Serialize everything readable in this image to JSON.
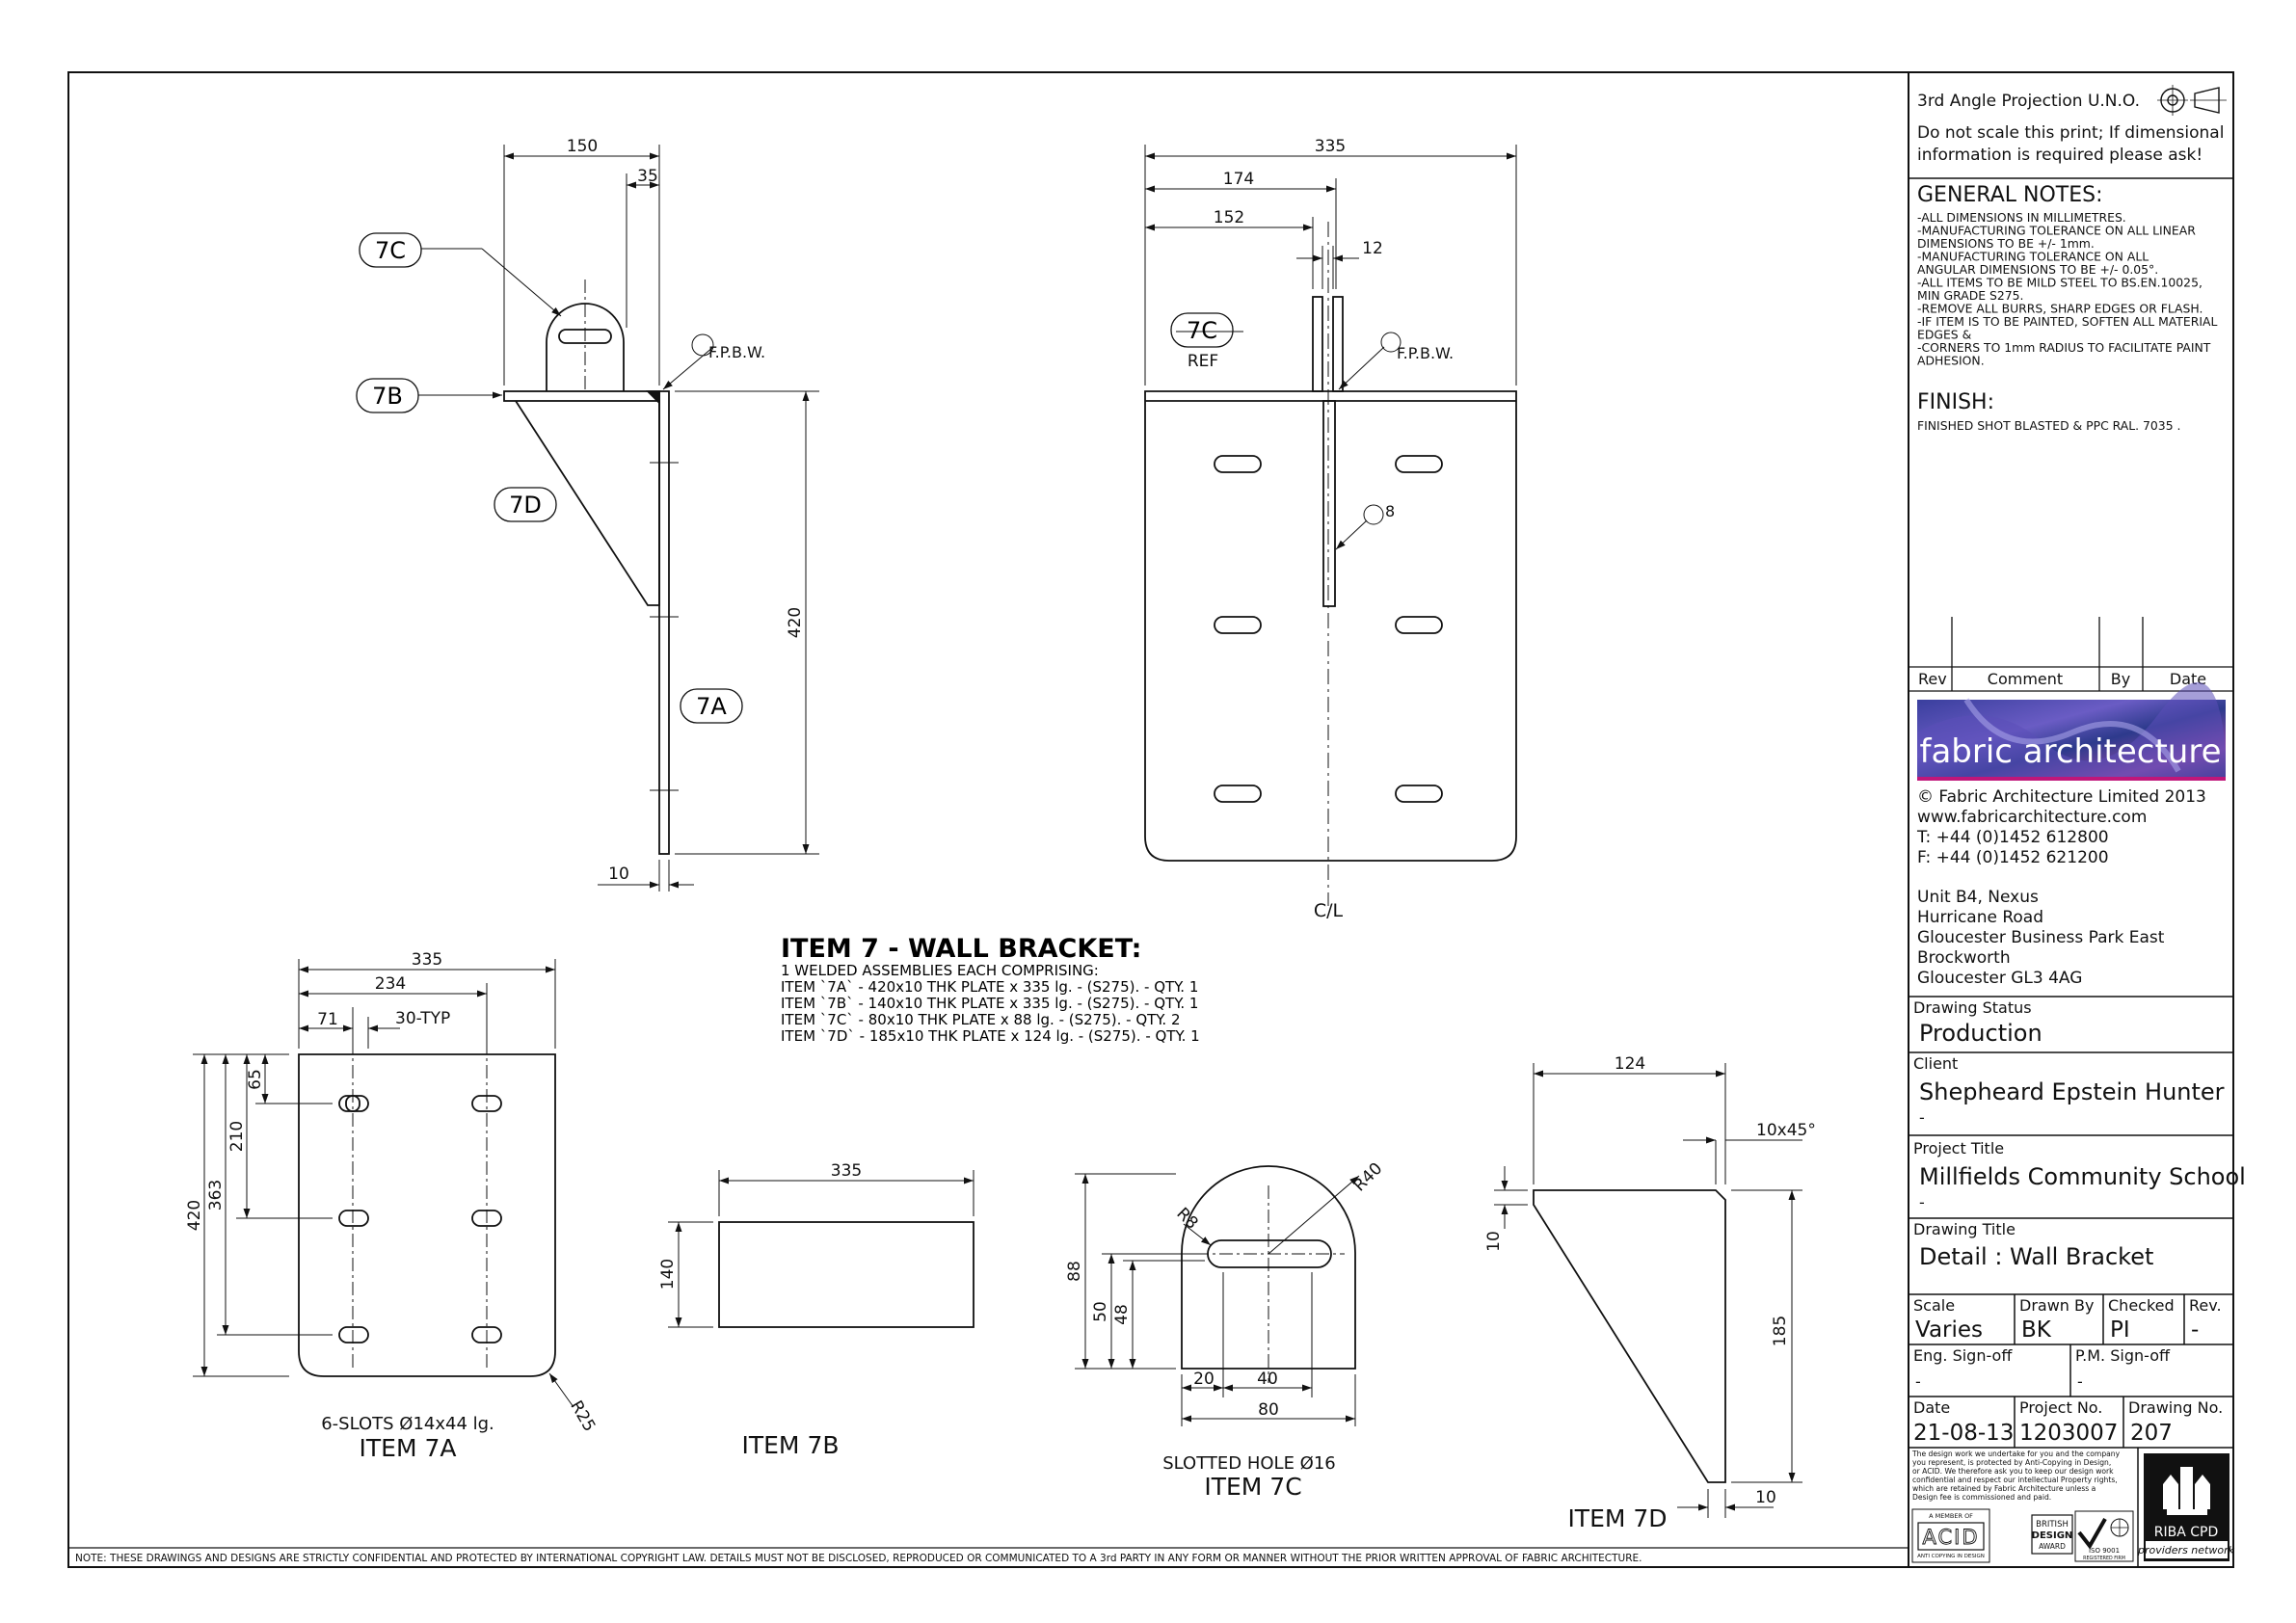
{
  "title_block": {
    "projection": "3rd Angle Projection U.N.O.",
    "scale_warning": "Do not scale this print; If dimensional information is required please ask!",
    "general_notes_heading": "GENERAL NOTES:",
    "general_notes": [
      "-ALL DIMENSIONS IN MILLIMETRES.",
      "-MANUFACTURING TOLERANCE ON ALL LINEAR",
      "DIMENSIONS TO BE +/- 1mm.",
      "-MANUFACTURING TOLERANCE ON ALL",
      "ANGULAR DIMENSIONS TO BE +/- 0.05°.",
      "-ALL ITEMS TO BE MILD STEEL TO BS.EN.10025,",
      "MIN GRADE S275.",
      "-REMOVE ALL BURRS, SHARP EDGES OR FLASH.",
      "-IF ITEM IS TO BE PAINTED, SOFTEN ALL MATERIAL",
      "EDGES &",
      "-CORNERS TO 1mm RADIUS TO FACILITATE PAINT",
      "ADHESION."
    ],
    "finish_heading": "FINISH:",
    "finish_text": "FINISHED SHOT BLASTED & PPC RAL. 7035 .",
    "rev_headers": {
      "rev": "Rev",
      "comment": "Comment",
      "by": "By",
      "date": "Date"
    },
    "logo_text": "fabric architecture",
    "copyright": "© Fabric Architecture Limited 2013",
    "website": "www.fabricarchitecture.com",
    "phone": "T: +44 (0)1452 612800",
    "fax": "F: +44 (0)1452 621200",
    "address": [
      "Unit B4, Nexus",
      "Hurricane Road",
      "Gloucester Business Park East",
      "Brockworth",
      "Gloucester GL3 4AG"
    ],
    "drawing_status_label": "Drawing Status",
    "drawing_status": "Production",
    "client_label": "Client",
    "client": "Shepheard Epstein Hunter",
    "client_sub": "-",
    "project_title_label": "Project Title",
    "project_title": "Millfields Community School",
    "project_title_sub": "-",
    "drawing_title_label": "Drawing Title",
    "drawing_title": "Detail : Wall Bracket",
    "scale_label": "Scale",
    "scale": "Varies",
    "drawn_by_label": "Drawn By",
    "drawn_by": "BK",
    "checked_label": "Checked",
    "checked": "PI",
    "rev_label": "Rev.",
    "rev": "-",
    "eng_signoff_label": "Eng. Sign-off",
    "eng_signoff": "-",
    "pm_signoff_label": "P.M. Sign-off",
    "pm_signoff": "-",
    "date_label": "Date",
    "date": "21-08-13",
    "project_no_label": "Project No.",
    "project_no": "1203007",
    "drawing_no_label": "Drawing No.",
    "drawing_no": "207",
    "copyright_notice": [
      "The design work we undertake for you and the company",
      "you represent, is protected by Anti-Copying in Design,",
      "or ACID. We therefore ask you to keep our design work",
      "confidential and respect our intellectual Property rights,",
      "which are retained by Fabric Architecture unless a",
      "Design fee is commissioned and paid."
    ],
    "badge_acid": "ACID",
    "badge_acid_top": "A MEMBER OF",
    "badge_acid_bottom": "ANTI COPYING IN DESIGN",
    "badge_bda": [
      "BRITISH",
      "DESIGN",
      "AWARD"
    ],
    "badge_iso": "ISO 9001",
    "badge_iso_sub": "REGISTERED FIRM",
    "badge_riba": "RIBA CPD",
    "badge_riba_sub": "providers network"
  },
  "item": {
    "heading": "ITEM 7 - WALL BRACKET:",
    "lines": [
      "1 WELDED ASSEMBLIES EACH COMPRISING:",
      "ITEM `7A` - 420x10 THK PLATE x 335 lg. - (S275). - QTY. 1",
      "ITEM `7B` - 140x10 THK PLATE x 335 lg. - (S275). - QTY. 1",
      "ITEM `7C` - 80x10 THK PLATE x 88 lg. - (S275). - QTY. 2",
      "ITEM `7D` - 185x10 THK PLATE x 124 lg. - (S275). - QTY. 1"
    ]
  },
  "side_view": {
    "dim_150": "150",
    "dim_35": "35",
    "dim_420": "420",
    "dim_10": "10",
    "weld": "F.P.B.W.",
    "label_7c": "7C",
    "label_7b": "7B",
    "label_7d": "7D",
    "label_7a": "7A"
  },
  "front_view": {
    "dim_335": "335",
    "dim_174": "174",
    "dim_152": "152",
    "dim_12": "12",
    "label_7c": "7C",
    "ref": "REF",
    "weld": "F.P.B.W.",
    "weld_size": "8",
    "cl": "C/L"
  },
  "item_7a": {
    "dim_335": "335",
    "dim_234": "234",
    "dim_71": "71",
    "dim_30typ": "30-TYP",
    "dim_65": "65",
    "dim_210": "210",
    "dim_363": "363",
    "dim_420": "420",
    "dim_r25": "R25",
    "slots_note": "6-SLOTS Ø14x44 lg.",
    "caption": "ITEM 7A"
  },
  "item_7b": {
    "dim_335": "335",
    "dim_140": "140",
    "caption": "ITEM 7B"
  },
  "item_7c": {
    "dim_r40": "R40",
    "dim_r8": "R8",
    "dim_88": "88",
    "dim_50": "50",
    "dim_48": "48",
    "dim_20": "20",
    "dim_40": "40",
    "dim_80": "80",
    "note": "SLOTTED HOLE Ø16",
    "caption": "ITEM 7C"
  },
  "item_7d": {
    "dim_124": "124",
    "dim_chamfer": "10x45°",
    "dim_10a": "10",
    "dim_185": "185",
    "dim_10b": "10",
    "caption": "ITEM 7D"
  },
  "footer_note": "NOTE: THESE DRAWINGS AND DESIGNS ARE STRICTLY CONFIDENTIAL AND PROTECTED BY INTERNATIONAL COPYRIGHT LAW. DETAILS MUST NOT BE DISCLOSED, REPRODUCED OR COMMUNICATED TO A 3rd PARTY IN ANY FORM OR MANNER WITHOUT THE PRIOR WRITTEN APPROVAL OF FABRIC ARCHITECTURE."
}
